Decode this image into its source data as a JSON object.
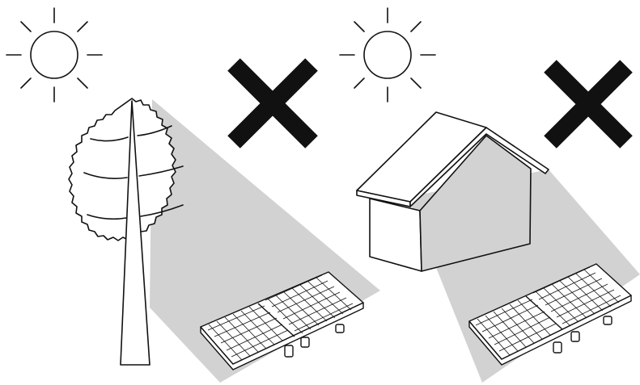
{
  "illustration": {
    "panels": [
      {
        "id": "tree-shading",
        "obstruction": "tree",
        "verdict_icon": "cross-mark-icon",
        "light_source_icon": "sun-icon",
        "panel_icon": "solar-panel-icon"
      },
      {
        "id": "house-shading",
        "obstruction": "house",
        "verdict_icon": "cross-mark-icon",
        "light_source_icon": "sun-icon",
        "panel_icon": "solar-panel-icon"
      }
    ],
    "colors": {
      "shadow": "#d2d2d2",
      "line": "#111111",
      "mark": "#111111",
      "background": "#ffffff"
    }
  }
}
